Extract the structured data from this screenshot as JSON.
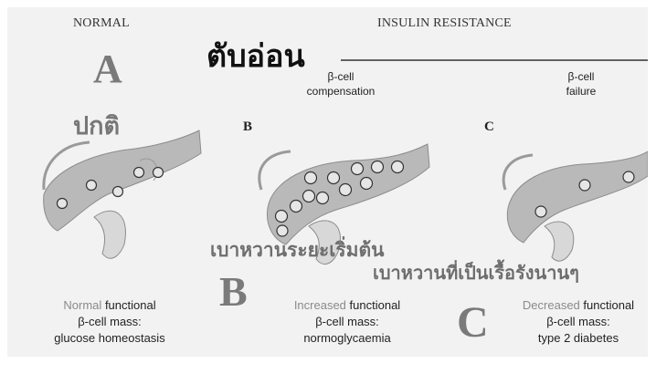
{
  "header": {
    "normal": "NORMAL",
    "insulin_resistance": "INSULIN RESISTANCE",
    "thai_title": "ตับอ่อน"
  },
  "panels": [
    {
      "big_letter": "A",
      "small_letter": "",
      "thai_label": "ปกติ",
      "subtitle_lines": [],
      "caption": {
        "light": "Normal",
        "rest": "functional",
        "line2": "β-cell mass:",
        "line3": "glucose homeostasis"
      }
    },
    {
      "big_letter": "B",
      "small_letter": "B",
      "thai_label": "เบาหวานระยะเริ่มต้น",
      "subtitle_lines": [
        "β-cell",
        "compensation"
      ],
      "caption": {
        "light": "Increased",
        "rest": "functional",
        "line2": "β-cell mass:",
        "line3": "normoglycaemia"
      }
    },
    {
      "big_letter": "C",
      "small_letter": "C",
      "thai_label": "เบาหวานที่เป็นเรื้อรังนานๆ",
      "subtitle_lines": [
        "β-cell",
        "failure"
      ],
      "caption": {
        "light": "Decreased",
        "rest": "functional",
        "line2": "β-cell mass:",
        "line3": "type 2 diabetes"
      }
    }
  ],
  "colors": {
    "background": "#f2f2f2",
    "pancreas_fill": "#b9b9b9",
    "islet_stroke": "#333333",
    "big_letter": "#7a7a7a"
  },
  "icons": [
    "pancreas-illustration",
    "beta-cell-islet"
  ]
}
